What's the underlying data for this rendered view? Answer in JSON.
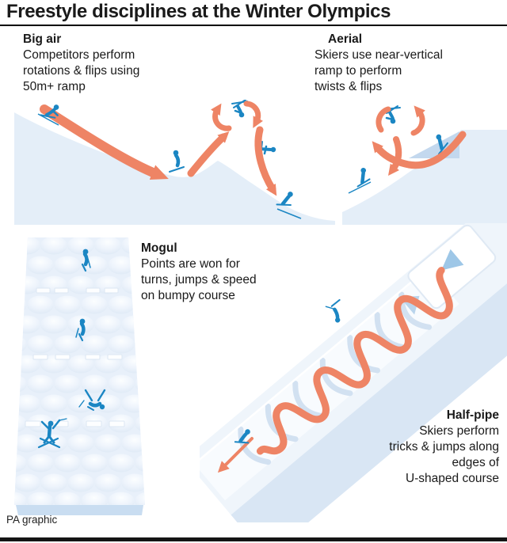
{
  "title": "Freestyle disciplines at the Winter Olympics",
  "credit": "PA graphic",
  "colors": {
    "accent_orange": "#EE8465",
    "skier_blue": "#1B86C3",
    "snow_light": "#E4EEF8",
    "snow_mid": "#C5DAEE",
    "halfpipe_wall": "#D9E6F4",
    "ink": "#1A1A1A"
  },
  "sections": {
    "big_air": {
      "heading": "Big air",
      "lines": [
        "Competitors perform",
        "rotations & flips using",
        "50m+ ramp"
      ]
    },
    "aerial": {
      "heading": "Aerial",
      "lines": [
        "Skiers use near-vertical",
        "ramp to perform",
        "twists & flips"
      ]
    },
    "mogul": {
      "heading": "Mogul",
      "lines": [
        "Points are won for",
        "turns, jumps & speed",
        "on bumpy course"
      ]
    },
    "half_pipe": {
      "heading": "Half-pipe",
      "lines": [
        "Skiers perform",
        "tricks & jumps along",
        "edges of",
        "U-shaped course"
      ]
    }
  }
}
